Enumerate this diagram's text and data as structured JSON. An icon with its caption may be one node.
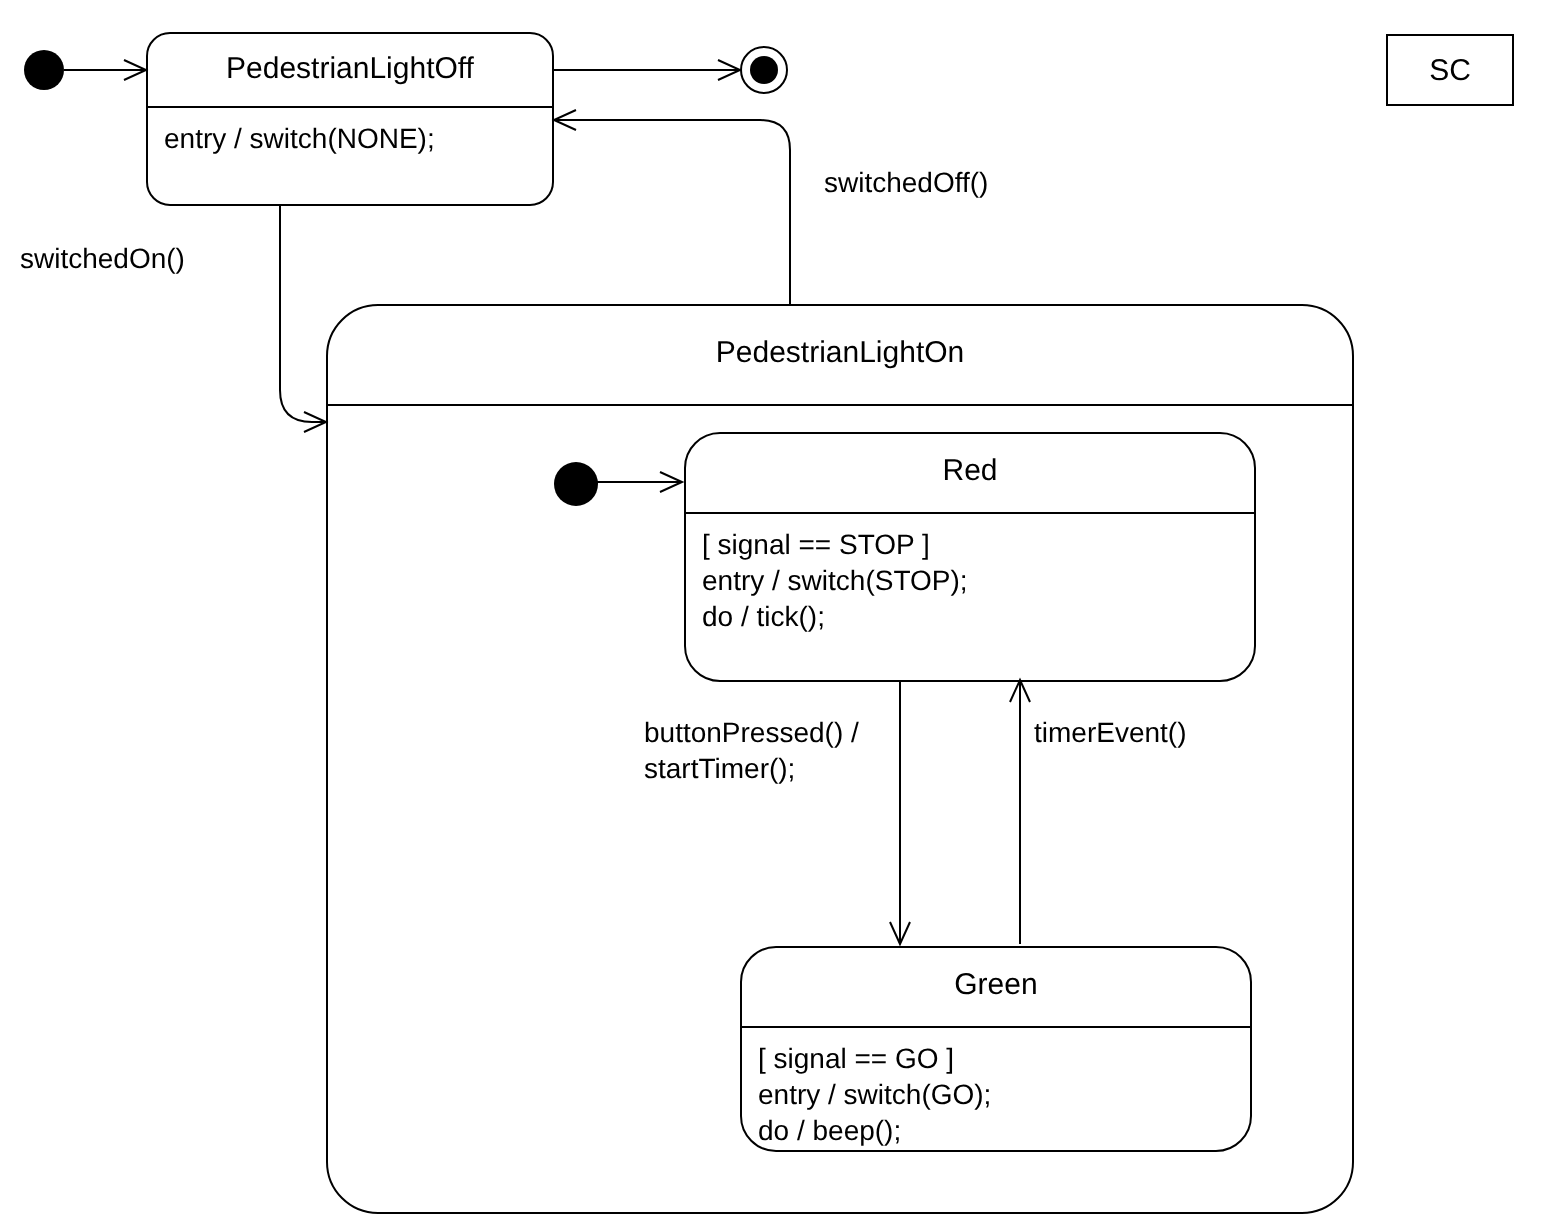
{
  "diagram": {
    "nodes": [
      {
        "text": [],
        "shape": "circle"
      },
      {
        "text": [
          "PedestrianLightOff",
          "entry / switch(NONE);"
        ]
      },
      {
        "text": [],
        "shape": "circle"
      },
      {
        "text": [
          "SC"
        ]
      },
      {
        "text": [
          "PedestrianLightOn"
        ]
      },
      {
        "text": [],
        "shape": "circle",
        "in": 4
      },
      {
        "text": [
          "Red",
          "[ signal == STOP ]",
          "entry / switch(STOP);",
          "do / tick();"
        ],
        "in": 4
      },
      {
        "text": [
          "Green",
          "[ signal == GO ]",
          "entry / switch(GO);",
          "do / beep();"
        ],
        "in": 4
      }
    ],
    "edges": [
      {
        "from": 0,
        "to": 1,
        "arrow": "to"
      },
      {
        "from": 1,
        "to": 2,
        "arrow": "to"
      },
      {
        "from": 1,
        "to": 4,
        "arrow": "to",
        "label": "switchedOn()"
      },
      {
        "from": 4,
        "to": 1,
        "arrow": "to",
        "label": "switchedOff()"
      },
      {
        "from": 5,
        "to": 6,
        "arrow": "to"
      },
      {
        "from": 6,
        "to": 7,
        "arrow": "to",
        "label": "buttonPressed() / startTimer();"
      },
      {
        "from": 7,
        "to": 6,
        "arrow": "to",
        "label": "timerEvent()"
      }
    ]
  }
}
